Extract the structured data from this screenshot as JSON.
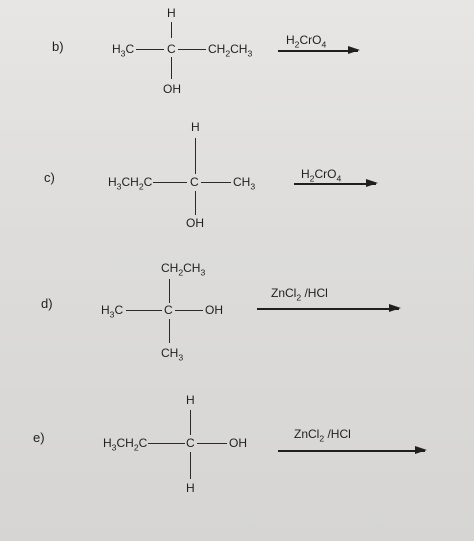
{
  "problems": [
    {
      "label": "b)",
      "reagent": "H2CrO4",
      "left": "H3C",
      "center": "C",
      "right": "CH2CH3",
      "top": "H",
      "bottom": "OH"
    },
    {
      "label": "c)",
      "reagent": "H2CrO4",
      "left": "H3CH2C",
      "center": "C",
      "right": "CH3",
      "top": "H",
      "bottom": "OH"
    },
    {
      "label": "d)",
      "reagent": "ZnCl2 /HCl",
      "left": "H3C",
      "center": "C",
      "right": "OH",
      "top": "CH2CH3",
      "bottom": "CH3"
    },
    {
      "label": "e)",
      "reagent": "ZnCl2 /HCl",
      "left": "H3CH2C",
      "center": "C",
      "right": "OH",
      "top": "H",
      "bottom": "H"
    }
  ]
}
